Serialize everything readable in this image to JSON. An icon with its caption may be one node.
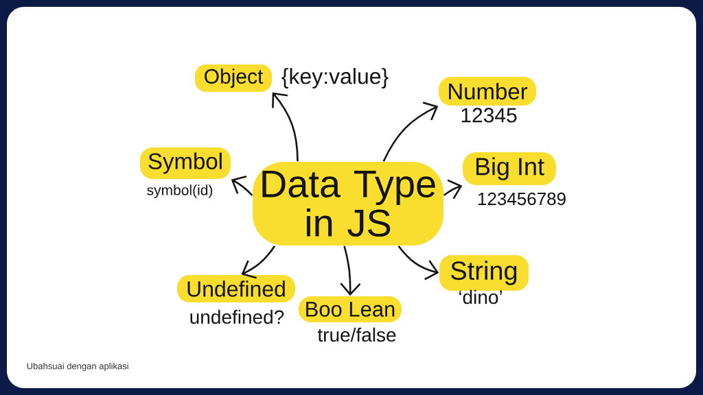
{
  "diagram": {
    "nodes": [
      {
        "text": [
          "Data Type in JS"
        ]
      },
      {
        "text": [
          "Object"
        ],
        "beside": [
          "{key:value}"
        ]
      },
      {
        "text": [
          "Number"
        ],
        "beside": [
          "12345"
        ]
      },
      {
        "text": [
          "Symbol"
        ],
        "beside": [
          "symbol(id)"
        ]
      },
      {
        "text": [
          "Big Int"
        ],
        "beside": [
          "123456789"
        ]
      },
      {
        "text": [
          "Undefined"
        ],
        "beside": [
          "undefined?"
        ]
      },
      {
        "text": [
          "Boo Lean"
        ],
        "beside": [
          "true/false"
        ]
      },
      {
        "text": [
          "String"
        ],
        "beside": [
          "‘dino’"
        ]
      }
    ],
    "edges": [
      {
        "from": 0,
        "to": 1,
        "arrow": "to"
      },
      {
        "from": 0,
        "to": 2,
        "arrow": "to"
      },
      {
        "from": 0,
        "to": 3,
        "arrow": "to"
      },
      {
        "from": 0,
        "to": 4,
        "arrow": "to"
      },
      {
        "from": 0,
        "to": 5,
        "arrow": "to"
      },
      {
        "from": 0,
        "to": 6,
        "arrow": "to"
      },
      {
        "from": 0,
        "to": 7,
        "arrow": "to"
      }
    ],
    "labels": [
      "Ubahsuai dengan aplikasi"
    ]
  }
}
